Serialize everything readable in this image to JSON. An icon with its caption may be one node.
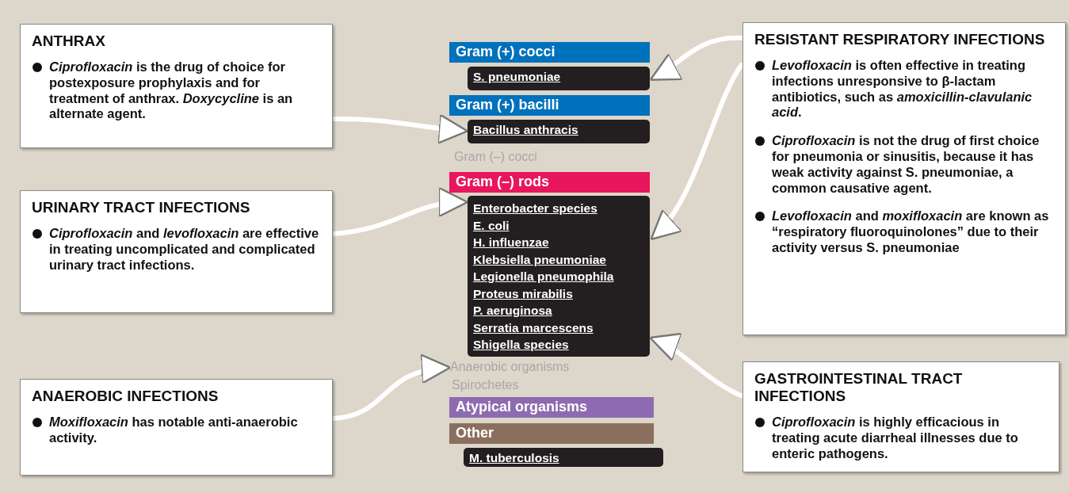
{
  "diagram": {
    "nodes": [
      {
        "text": [
          "ANTHRAX",
          "*Ciprofloxacin* is the drug of choice for postexposure prophylaxis and for treatment of anthrax. *Doxycycline* is an alternate agent."
        ]
      },
      {
        "text": [
          "URINARY TRACT INFECTIONS",
          "*Ciprofloxacin* and *levofloxacin* are effective in treating uncomplicated and complicated urinary tract infections."
        ]
      },
      {
        "text": [
          "ANAEROBIC INFECTIONS",
          "*Moxifloxacin* has notable anti-anaerobic activity."
        ]
      },
      {
        "text": [
          "Gram (+) cocci"
        ]
      },
      {
        "text": [
          "S. pneumoniae"
        ]
      },
      {
        "text": [
          "Gram (+) bacilli"
        ]
      },
      {
        "text": [
          "Bacillus anthracis"
        ]
      },
      {
        "text": [
          "Gram (–) rods"
        ]
      },
      {
        "text": [
          "Enterobacter species",
          "E. coli",
          "H. influenzae",
          "Klebsiella pneumoniae",
          "Legionella pneumophila",
          "Proteus mirabilis",
          "P. aeruginosa",
          "Serratia marcescens",
          "Shigella species"
        ]
      },
      {
        "text": [
          "Anaerobic organisms"
        ]
      },
      {
        "text": [
          "Atypical organisms"
        ]
      },
      {
        "text": [
          "Other"
        ]
      },
      {
        "text": [
          "M. tuberculosis"
        ]
      },
      {
        "text": [
          "RESISTANT RESPIRATORY INFECTIONS",
          "*Levofloxacin* is often effective in treating infections unresponsive to β-lactam antibiotics, such as *amoxicillin-clavulanic acid*.",
          "*Ciprofloxacin* is not the drug of first choice for pneumonia or sinusitis, because it has weak activity against S. pneumoniae, a common causative agent.",
          "*Levofloxacin* and *moxifloxacin* are known as “respiratory fluoroquinolones” due to their activity versus S. pneumoniae"
        ]
      },
      {
        "text": [
          "GASTROINTESTINAL TRACT INFECTIONS",
          "*Ciprofloxacin* is highly efficacious in treating acute diarrheal illnesses due to enteric pathogens."
        ]
      }
    ],
    "edges": [
      {
        "from": 0,
        "to": 6,
        "arrow": "to"
      },
      {
        "from": 1,
        "to": 8,
        "arrow": "to"
      },
      {
        "from": 2,
        "to": 9,
        "arrow": "to"
      },
      {
        "from": 13,
        "to": 4,
        "arrow": "to"
      },
      {
        "from": 13,
        "to": 8,
        "arrow": "to"
      },
      {
        "from": 14,
        "to": 8,
        "arrow": "to"
      }
    ],
    "labels": [
      "Gram (–) cocci",
      "Spirochetes"
    ]
  }
}
